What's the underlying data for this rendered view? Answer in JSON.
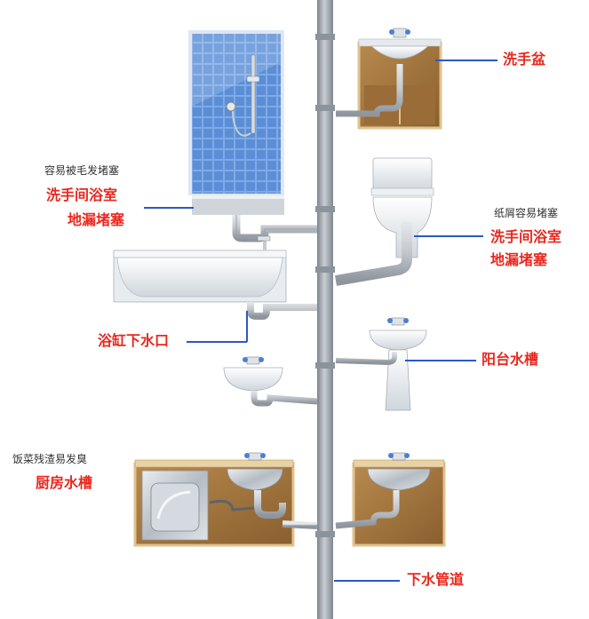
{
  "colors": {
    "label_red": "#e8281f",
    "leader_blue": "#2b58c8",
    "pipe_gray": "#a9afb6",
    "cabinet_wood": "#c8a063",
    "tile_blue": "#5b8ed6"
  },
  "labels": {
    "basin_top": "洗手盆",
    "shower_note": "容易被毛发堵塞",
    "shower_line1": "洗手间浴室",
    "shower_line2": "地漏堵塞",
    "toilet_note": "纸屑容易堵塞",
    "toilet_line1": "洗手间浴室",
    "toilet_line2": "地漏堵塞",
    "bathtub": "浴缸下水口",
    "balcony": "阳台水槽",
    "kitchen_note": "饭菜残渣易发臭",
    "kitchen": "厨房水槽",
    "drain": "下水管道"
  }
}
